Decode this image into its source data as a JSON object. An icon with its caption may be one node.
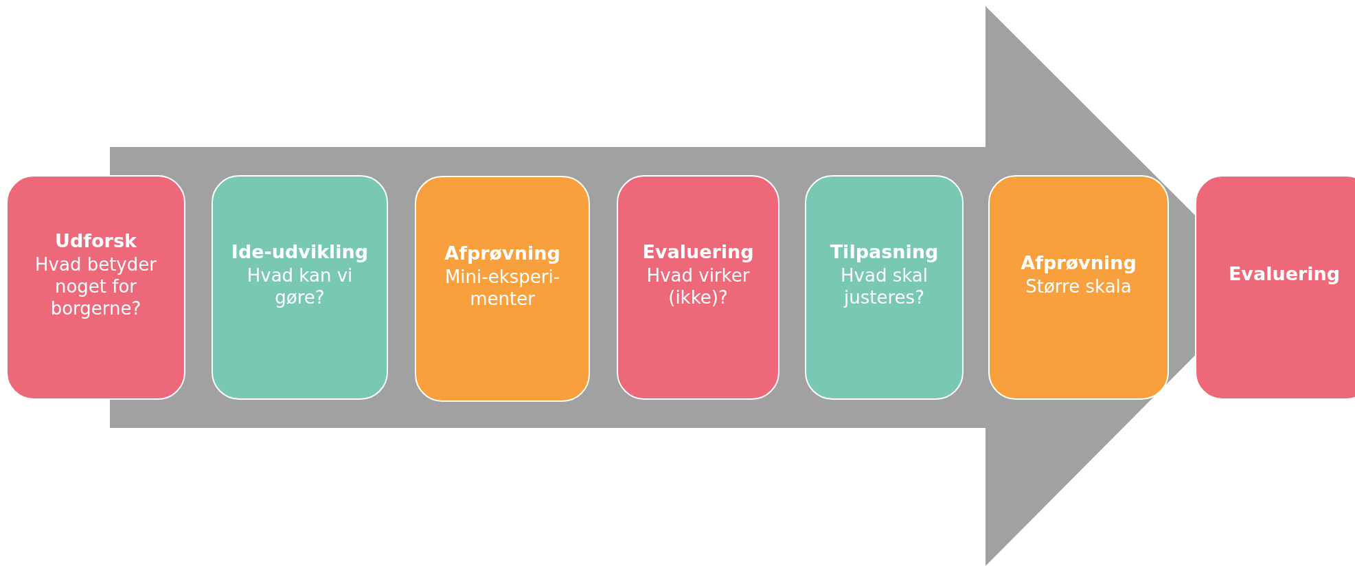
{
  "diagram": {
    "nodes": [
      {
        "text": [
          "Udforsk",
          "Hvad betyder noget for borgerne?"
        ]
      },
      {
        "text": [
          "Ide-udvikling",
          "Hvad kan vi gøre?"
        ]
      },
      {
        "text": [
          "Afprøvning",
          "Mini-eksperi- menter"
        ]
      },
      {
        "text": [
          "Evaluering",
          "Hvad virker (ikke)?"
        ]
      },
      {
        "text": [
          "Tilpasning",
          "Hvad skal justeres?"
        ]
      },
      {
        "text": [
          "Afprøvning",
          "Større skala"
        ]
      },
      {
        "text": [
          "Evaluering"
        ]
      }
    ],
    "edges": [
      {
        "from": 0,
        "to": 6,
        "arrow": "to"
      }
    ]
  }
}
